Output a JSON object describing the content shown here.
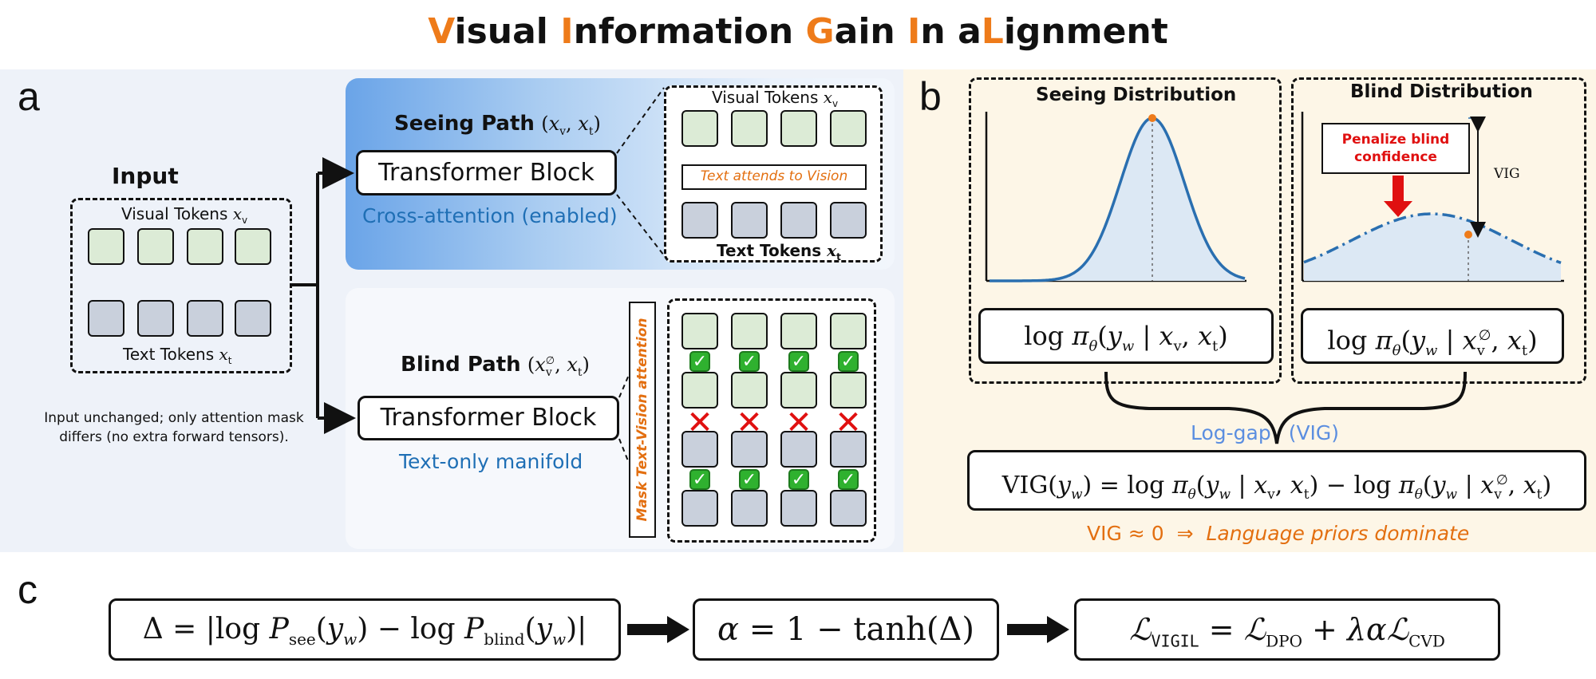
{
  "title": {
    "parts": [
      {
        "t": "V",
        "hl": true
      },
      {
        "t": "isual ",
        "hl": false
      },
      {
        "t": "I",
        "hl": true
      },
      {
        "t": "nformation ",
        "hl": false
      },
      {
        "t": "G",
        "hl": true
      },
      {
        "t": "ain ",
        "hl": false
      },
      {
        "t": "I",
        "hl": true
      },
      {
        "t": "n a",
        "hl": false
      },
      {
        "t": "L",
        "hl": true
      },
      {
        "t": "ignment",
        "hl": false
      }
    ]
  },
  "panel_a": {
    "letter": "a",
    "input": {
      "heading": "Input",
      "visual_label": "Visual Tokens",
      "visual_var": "x",
      "visual_sub": "v",
      "text_label": "Text Tokens",
      "text_var": "x",
      "text_sub": "t",
      "note_line1": "Input unchanged; only attention mask",
      "note_line2": "differs (no extra forward tensors)."
    },
    "seeing": {
      "heading": "Seeing Path",
      "heading_math": "(xv, xt)",
      "block": "Transformer Block",
      "caption": "Cross-attention (enabled)",
      "zoom_top": "Visual Tokens",
      "zoom_bottom": "Text Tokens",
      "attend": "Text attends to Vision"
    },
    "blind": {
      "heading": "Blind Path",
      "heading_math": "(xv∅, xt)",
      "block": "Transformer Block",
      "caption": "Text-only manifold",
      "mask": "Mask Text-Vision attention"
    }
  },
  "panel_b": {
    "letter": "b",
    "seeing_title": "Seeing Distribution",
    "blind_title": "Blind Distribution",
    "penalize_line1": "Penalize blind",
    "penalize_line2": "confidence",
    "vig_tag": "VIG",
    "formula_seeing": "log πθ(yw | xv, xt)",
    "formula_blind": "log πθ(yw | xv∅, xt)",
    "loggap": "Log-gap",
    "loggap_vig": "(VIG)",
    "vig_formula": "VIG(yw) = log πθ(yw | xv, xt) − log πθ(yw | xv∅, xt)",
    "note": "VIG ≈ 0 ⇒ Language priors dominate"
  },
  "panel_c": {
    "letter": "c",
    "f1": "Δ = |log Psee(yw) − log Pblind(yw)|",
    "f2": "α = 1 − tanh(Δ)",
    "f3": "ℒVIGIL = ℒDPO + λαℒCVD"
  },
  "colors": {
    "accent_orange": "#ee7b1a",
    "blue_text": "#1f6fb5",
    "loggap_blue": "#5b8ee0",
    "curve_blue": "#2a6fb0",
    "cross_red": "#e01010",
    "check_green": "#2fb12f"
  }
}
